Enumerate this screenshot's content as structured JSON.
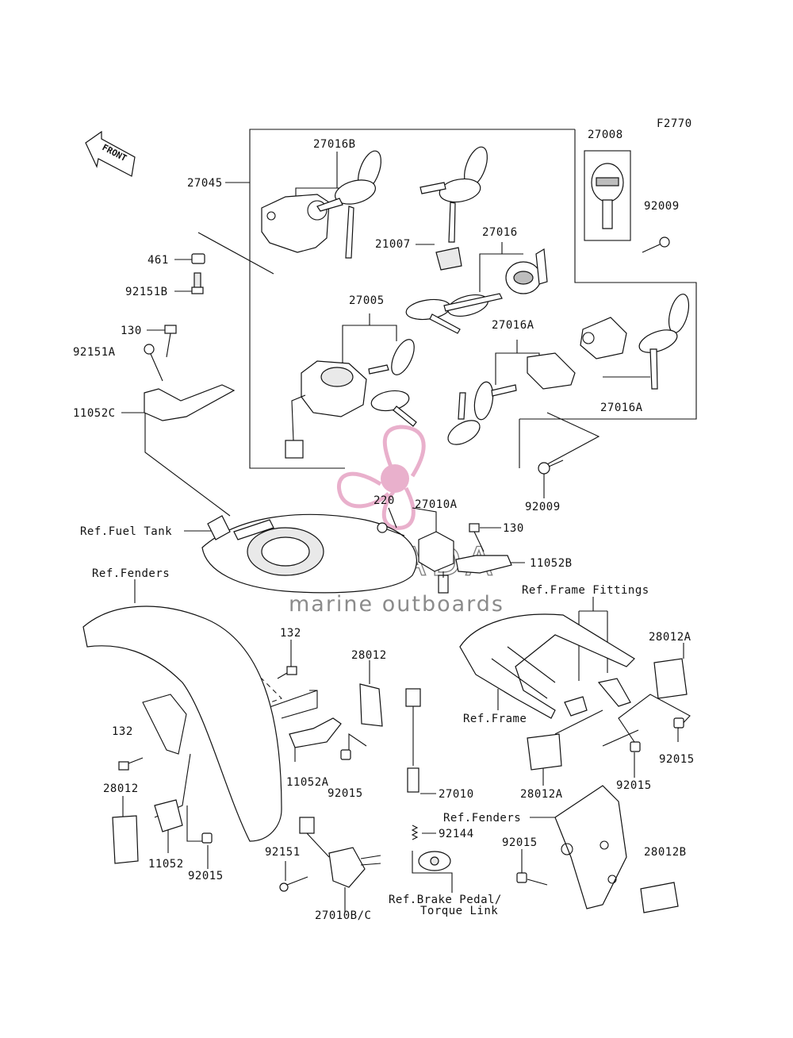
{
  "figure_code": "F2770",
  "front_label": "FRONT",
  "watermark": {
    "brand": "ARMADA",
    "tagline": "marine outboards",
    "color": "#e6a3c4"
  },
  "labels": {
    "p27016B": "27016B",
    "p27045": "27045",
    "p21007": "21007",
    "p27016": "27016",
    "p27008": "27008",
    "p92009_top": "92009",
    "p461": "461",
    "p92151B": "92151B",
    "p27005": "27005",
    "p130_left": "130",
    "p92151A": "92151A",
    "p27016A_top": "27016A",
    "p11052C": "11052C",
    "p27016A_right": "27016A",
    "p92009_bottom": "92009",
    "p220": "220",
    "p27010A": "27010A",
    "p130_right": "130",
    "ref_fuel_tank": "Ref.Fuel Tank",
    "p11052B": "11052B",
    "ref_fenders_left": "Ref.Fenders",
    "ref_frame_fittings": "Ref.Frame Fittings",
    "p132_top": "132",
    "p28012_mid": "28012",
    "p28012A_top": "28012A",
    "ref_frame": "Ref.Frame",
    "p132_left": "132",
    "p11052A": "11052A",
    "p92015_mid": "92015",
    "p92015_right1": "92015",
    "p92015_right2": "92015",
    "p28012_left": "28012",
    "p27010": "27010",
    "p28012A_bottom": "28012A",
    "ref_fenders_right": "Ref.Fenders",
    "p92144": "92144",
    "p92015_right3": "92015",
    "p11052": "11052",
    "p92151": "92151",
    "p28012B": "28012B",
    "p92015_left": "92015",
    "ref_brake_line1": "Ref.Brake Pedal/",
    "ref_brake_line2": "Torque Link",
    "p27010BC": "27010B/C"
  }
}
